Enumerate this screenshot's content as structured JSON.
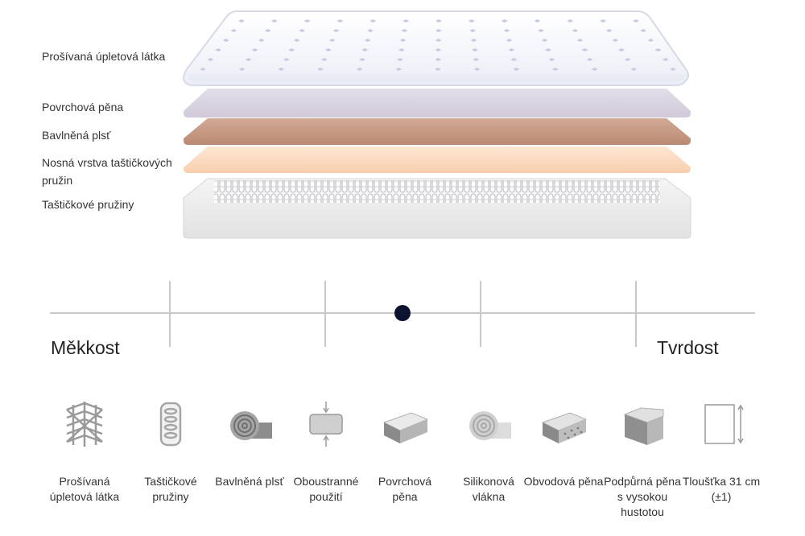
{
  "layers": [
    {
      "label": "Prošívaná úpletová látka"
    },
    {
      "label": "Povrchová pěna"
    },
    {
      "label": "Bavlněná plsť"
    },
    {
      "label": "Nosná vrstva taštičkových pružin"
    },
    {
      "label": "Taštičkové pružiny"
    }
  ],
  "scale": {
    "left_label": "Měkkost",
    "right_label": "Tvrdost",
    "segments": 4,
    "firmness_fraction": 0.5
  },
  "features": [
    {
      "label": "Prošívaná úpletová látka",
      "icon": "knit-fabric-icon"
    },
    {
      "label": "Taštičkové pružiny",
      "icon": "pocket-springs-icon"
    },
    {
      "label": "Bavlněná plsť",
      "icon": "felt-roll-icon"
    },
    {
      "label": "Oboustranné použití",
      "icon": "double-sided-icon"
    },
    {
      "label": "Povrchová pěna",
      "icon": "foam-block-icon"
    },
    {
      "label": "Silikonová vlákna",
      "icon": "fiber-roll-icon"
    },
    {
      "label": "Obvodová pěna",
      "icon": "perimeter-foam-icon"
    },
    {
      "label": "Podpůrná pěna s vysokou hustotou",
      "icon": "support-foam-icon"
    },
    {
      "label": "Tloušťka 31 cm (±1)",
      "icon": "thickness-icon"
    }
  ],
  "colors": {
    "fabric": "#f4f4fa",
    "surface_foam": "#d9d4e2",
    "felt": "#c49a85",
    "spring_layer": "#fbdcc2",
    "springs_base": "#eeeeee",
    "indicator": "#0d1230",
    "scale_line": "#c8c8c8"
  }
}
